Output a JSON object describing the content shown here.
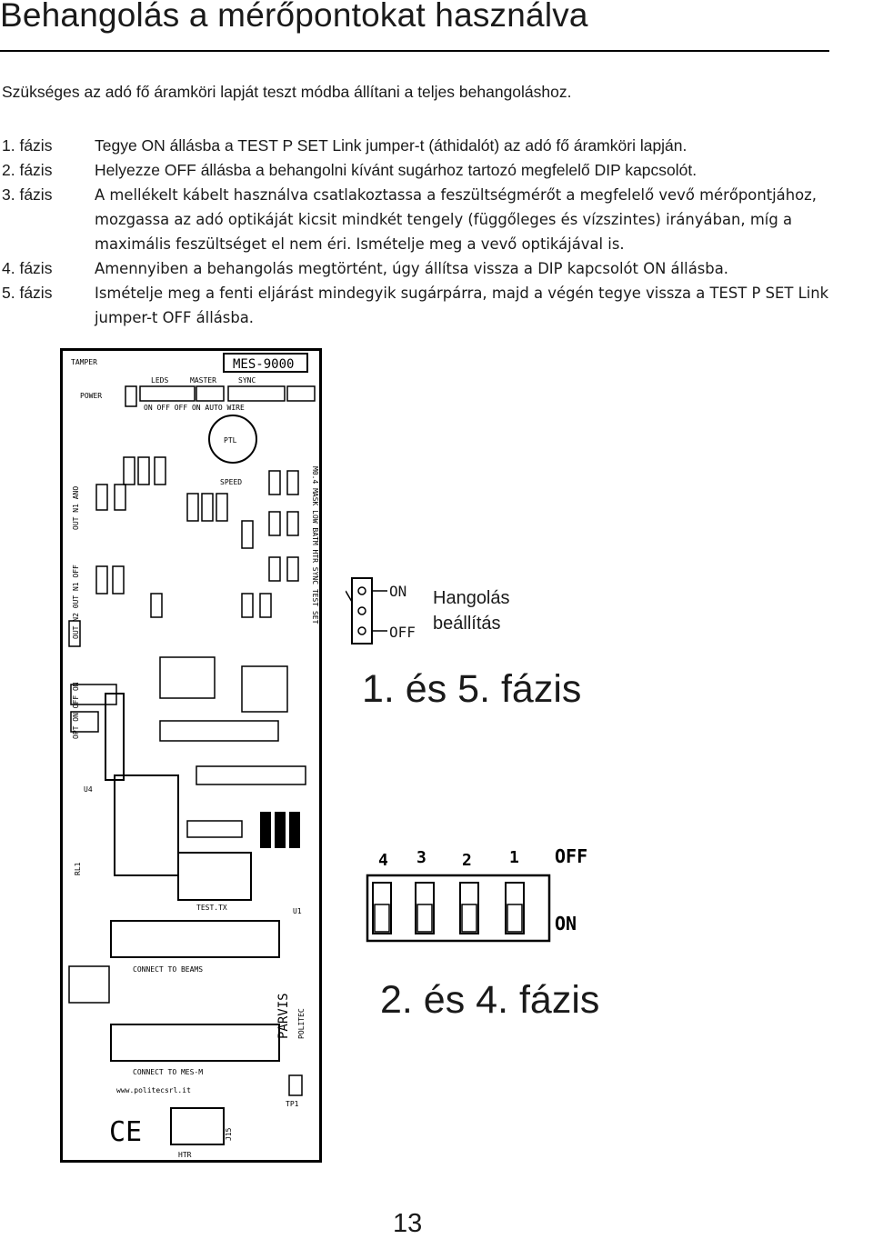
{
  "title": "Behangolás a mérőpontokat használva",
  "intro": "Szükséges az adó fő áramköri lapját teszt módba állítani a teljes behangoláshoz.",
  "steps": [
    {
      "num": "1. fázis",
      "text": "Tegye ON állásba a TEST P SET Link jumper-t (áthidalót) az adó fő áramköri lapján."
    },
    {
      "num": "2. fázis",
      "text": "Helyezze OFF állásba a behangolni kívánt sugárhoz tartozó megfelelő DIP kapcsolót."
    },
    {
      "num": "3. fázis",
      "text": "A mellékelt kábelt használva csatlakoztassa a feszültségmérőt a megfelelő vevő mérőpontjához, mozgassa az adó optikáját kicsit mindkét tengely (függőleges és vízszintes) irányában, míg a maximális feszültséget el nem éri. Ismételje meg a vevő optikájával is."
    },
    {
      "num": "4. fázis",
      "text": "Amennyiben a behangolás megtörtént, úgy állítsa vissza a DIP kapcsolót ON állásba."
    },
    {
      "num": "5. fázis",
      "text": "Ismételje meg a fenti eljárást mindegyik sugárpárra, majd a végén tegye vissza a TEST P SET Link jumper-t OFF állásba."
    }
  ],
  "board": {
    "model": "MES-9000",
    "tamper": "TAMPER",
    "power": "POWER",
    "leds": "LEDS",
    "master": "MASTER",
    "sync": "SYNC",
    "on_off_row": "ON OFF OFF ON AUTO WIRE",
    "ptl": "PTL",
    "speed": "SPEED",
    "test_tx": "TEST.TX",
    "connect_beams": "CONNECT TO BEAMS",
    "connect_mes": "CONNECT TO MES-M",
    "website": "www.politecsrl.it",
    "htr": "HTR",
    "parvis": "PARVIS",
    "politec": "POLITEC",
    "u4": "U4",
    "rl1": "RL1",
    "j15": "J15",
    "tp1": "TP1",
    "u1": "U1"
  },
  "jumper": {
    "on": "ON",
    "off": "OFF"
  },
  "hangolas": [
    "Hangolás",
    "beállítás"
  ],
  "phase_1_5": "1. és 5. fázis",
  "dip": {
    "numbers": [
      "4",
      "3",
      "2",
      "1"
    ],
    "off": "OFF",
    "on": "ON"
  },
  "phase_2_4": "2. és 4. fázis",
  "page_number": "13"
}
